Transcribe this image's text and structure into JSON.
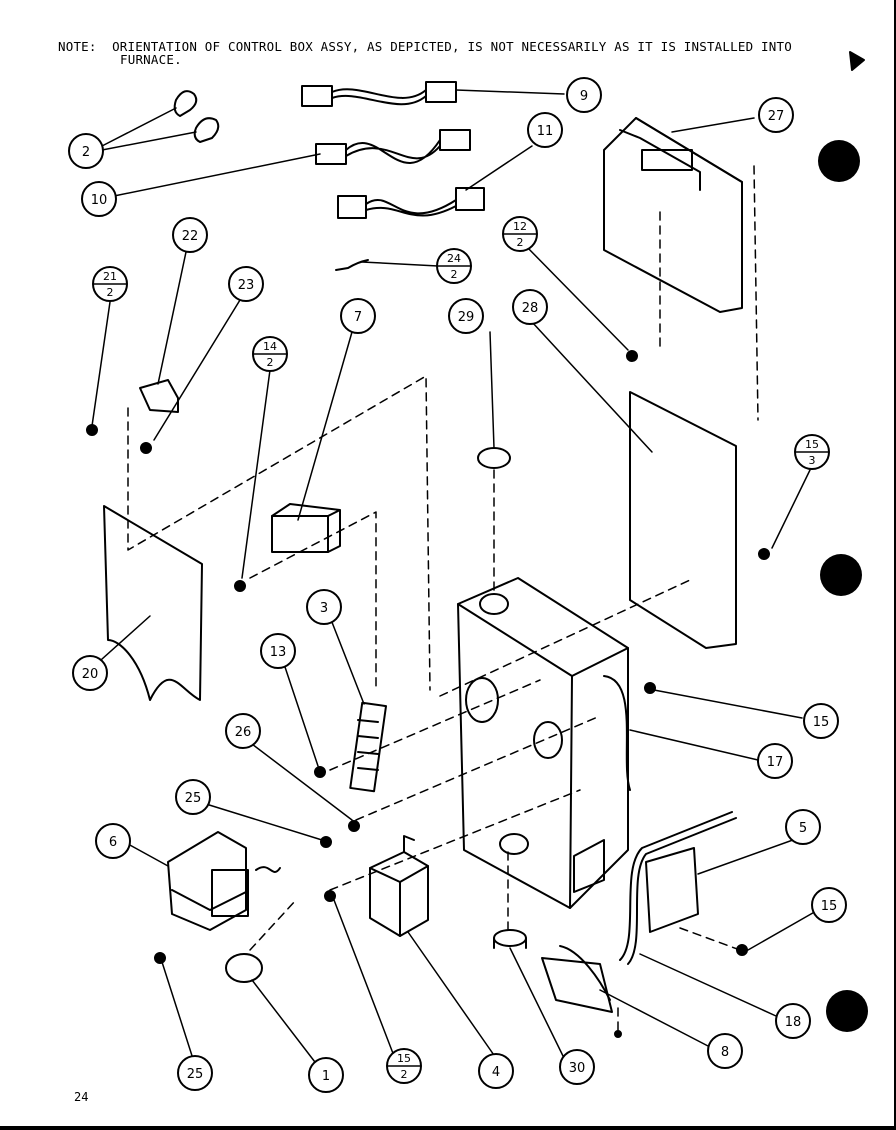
{
  "note": {
    "line1": "NOTE:  ORIENTATION OF CONTROL BOX ASSY, AS DEPICTED, IS NOT NECESSARILY AS IT IS INSTALLED INTO",
    "line2": "FURNACE."
  },
  "page_number": "24",
  "callouts": {
    "c1": "1",
    "c2": "2",
    "c3": "3",
    "c4": "4",
    "c5": "5",
    "c6": "6",
    "c7": "7",
    "c8": "8",
    "c9": "9",
    "c10": "10",
    "c11": "11",
    "c13": "13",
    "c15a": "15",
    "c15b": "15",
    "c17": "17",
    "c18": "18",
    "c20": "20",
    "c22": "22",
    "c23": "23",
    "c25a": "25",
    "c25b": "25",
    "c26": "26",
    "c27": "27",
    "c28": "28",
    "c29": "29",
    "c30": "30"
  },
  "fraction_callouts": {
    "f12": {
      "top": "12",
      "bottom": "2"
    },
    "f14": {
      "top": "14",
      "bottom": "2"
    },
    "f15_2": {
      "top": "15",
      "bottom": "2"
    },
    "f15_3": {
      "top": "15",
      "bottom": "3"
    },
    "f21": {
      "top": "21",
      "bottom": "2"
    },
    "f24": {
      "top": "24",
      "bottom": "2"
    }
  }
}
